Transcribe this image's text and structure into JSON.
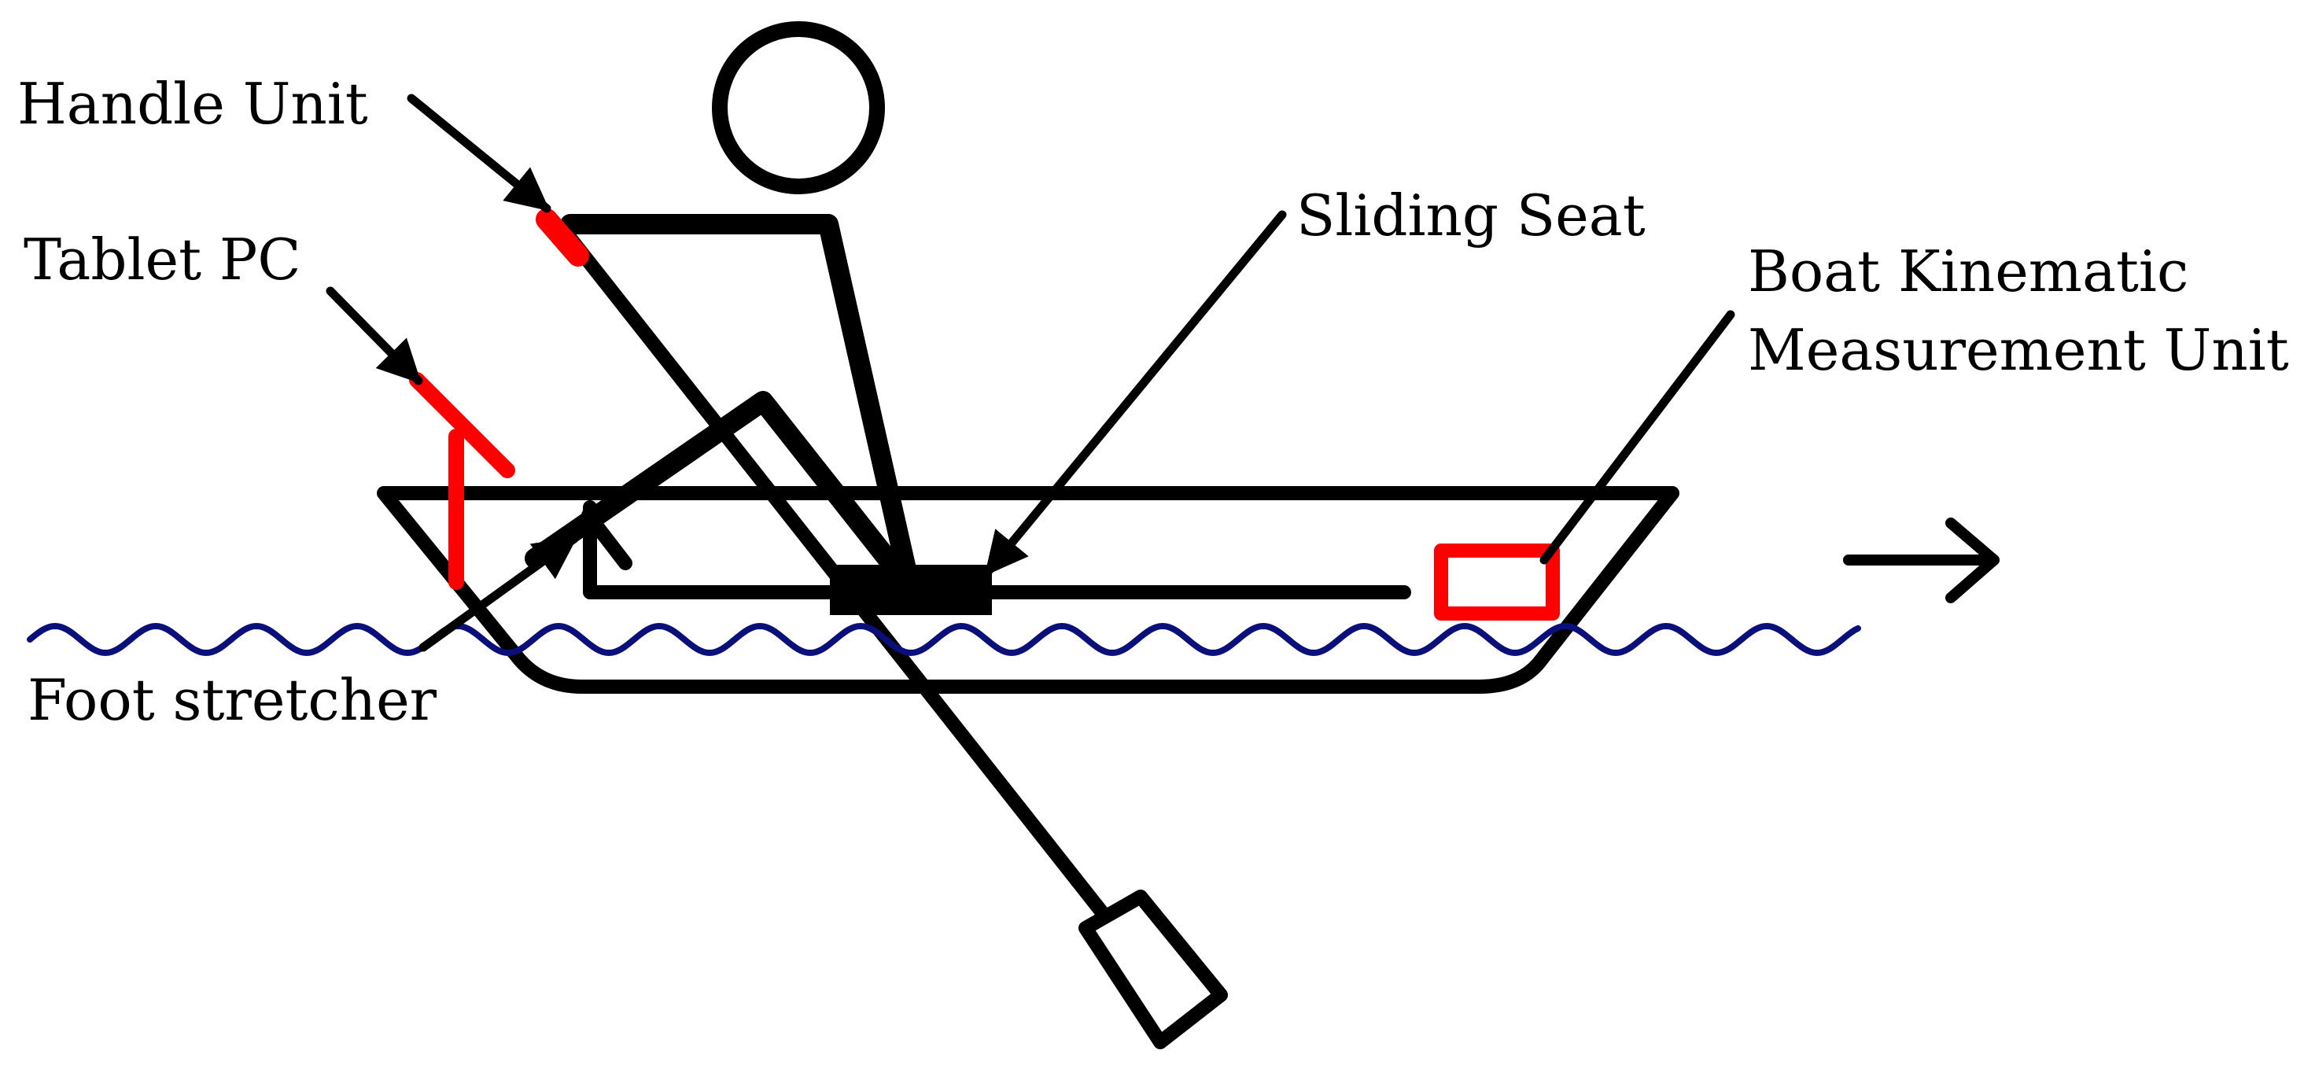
{
  "labels": {
    "handle_unit": "Handle Unit",
    "tablet_pc": "Tablet PC",
    "sliding_seat": "Sliding Seat",
    "boat_kinematic_line1": "Boat Kinematic",
    "boat_kinematic_line2": "Measurement Unit",
    "foot_stretcher": "Foot stretcher"
  },
  "colors": {
    "ink": "#000000",
    "accent": "#ff0000",
    "water": "#0a0f7a",
    "background": "#ffffff"
  },
  "icons": {
    "direction": "arrow-right-icon"
  }
}
